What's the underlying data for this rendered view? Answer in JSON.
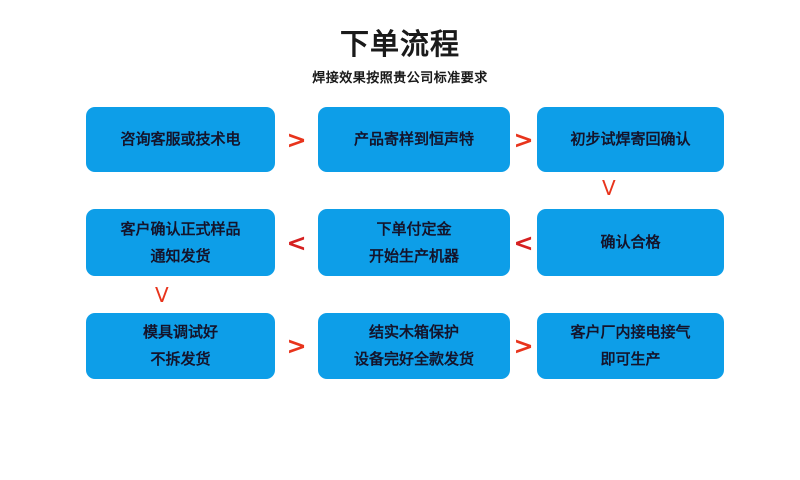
{
  "header": {
    "title": "下单流程",
    "subtitle": "焊接效果按照贵公司标准要求"
  },
  "colors": {
    "node_fill": "#0d9ee8",
    "node_text": "#14142b",
    "arrow": "#e8341c",
    "background": "#ffffff"
  },
  "flow": {
    "rows": [
      {
        "direction": "left-to-right",
        "nodes": [
          {
            "lines": [
              "咨询客服或技术电"
            ]
          },
          {
            "lines": [
              "产品寄样到恒声特"
            ]
          },
          {
            "lines": [
              "初步试焊寄回确认"
            ]
          }
        ],
        "separators": [
          ">",
          ">"
        ]
      },
      {
        "direction": "right-to-left",
        "nodes": [
          {
            "lines": [
              "客户确认正式样品",
              "通知发货"
            ]
          },
          {
            "lines": [
              "下单付定金",
              "开始生产机器"
            ]
          },
          {
            "lines": [
              "确认合格"
            ]
          }
        ],
        "separators": [
          "<",
          "<"
        ]
      },
      {
        "direction": "left-to-right",
        "nodes": [
          {
            "lines": [
              "模具调试好",
              "不拆发货"
            ]
          },
          {
            "lines": [
              "结实木箱保护",
              "设备完好全款发货"
            ]
          },
          {
            "lines": [
              "客户厂内接电接气",
              "即可生产"
            ]
          }
        ],
        "separators": [
          ">",
          ">"
        ]
      }
    ],
    "vertical_connectors": [
      {
        "glyph": "V",
        "from": "初步试焊寄回确认",
        "to": "确认合格"
      },
      {
        "glyph": "V",
        "from": "客户确认正式样品 通知发货",
        "to": "模具调试好 不拆发货"
      }
    ]
  }
}
